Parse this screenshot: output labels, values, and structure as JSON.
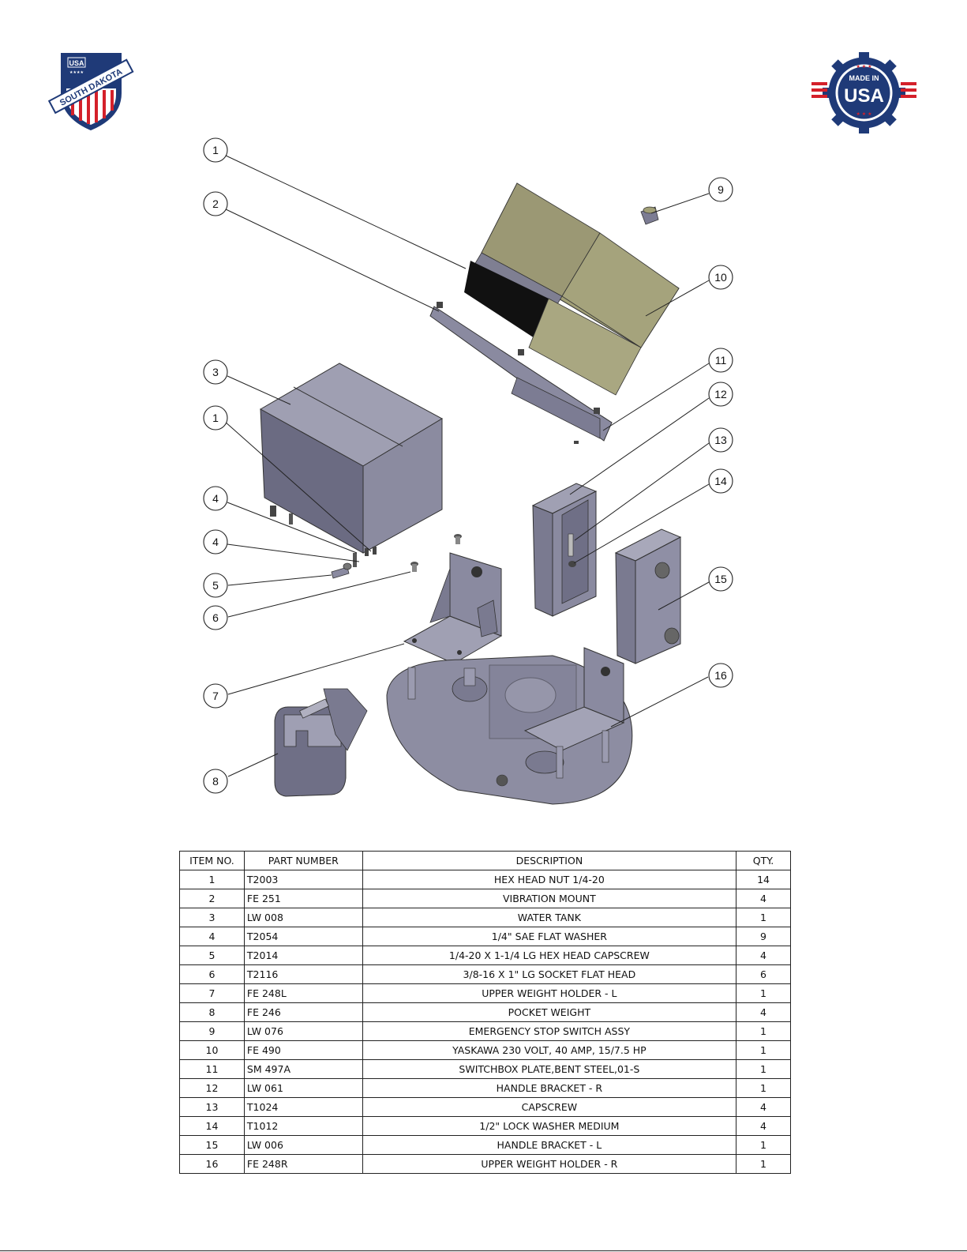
{
  "logos": {
    "left": {
      "badge": "USA",
      "stars": "★★★★",
      "banner": "SOUTH DAKOTA"
    },
    "right": {
      "line1": "MADE IN",
      "line2": "USA"
    }
  },
  "callouts": [
    "1",
    "2",
    "3",
    "1",
    "4",
    "4",
    "5",
    "6",
    "7",
    "8",
    "9",
    "10",
    "11",
    "12",
    "13",
    "14",
    "15",
    "16"
  ],
  "bom": {
    "headers": [
      "ITEM NO.",
      "PART NUMBER",
      "DESCRIPTION",
      "QTY."
    ],
    "rows": [
      [
        "1",
        "T2003",
        "HEX HEAD NUT 1/4-20",
        "14"
      ],
      [
        "2",
        "FE 251",
        "VIBRATION MOUNT",
        "4"
      ],
      [
        "3",
        "LW 008",
        "WATER TANK",
        "1"
      ],
      [
        "4",
        "T2054",
        "1/4\" SAE FLAT WASHER",
        "9"
      ],
      [
        "5",
        "T2014",
        "1/4-20 X 1-1/4 LG HEX HEAD CAPSCREW",
        "4"
      ],
      [
        "6",
        "T2116",
        "3/8-16 X 1\" LG SOCKET FLAT HEAD",
        "6"
      ],
      [
        "7",
        "FE 248L",
        "UPPER WEIGHT HOLDER - L",
        "1"
      ],
      [
        "8",
        "FE 246",
        "POCKET WEIGHT",
        "4"
      ],
      [
        "9",
        "LW 076",
        "EMERGENCY STOP SWITCH ASSY",
        "1"
      ],
      [
        "10",
        "FE 490",
        "YASKAWA 230 VOLT, 40 AMP, 15/7.5 HP",
        "1"
      ],
      [
        "11",
        "SM 497A",
        "SWITCHBOX PLATE,BENT STEEL,01-S",
        "1"
      ],
      [
        "12",
        "LW 061",
        "HANDLE BRACKET - R",
        "1"
      ],
      [
        "13",
        "T1024",
        "CAPSCREW",
        "4"
      ],
      [
        "14",
        "T1012",
        "1/2\" LOCK WASHER MEDIUM",
        "4"
      ],
      [
        "15",
        "LW 006",
        "HANDLE BRACKET - L",
        "1"
      ],
      [
        "16",
        "FE 248R",
        "UPPER WEIGHT HOLDER - R",
        "1"
      ]
    ]
  }
}
